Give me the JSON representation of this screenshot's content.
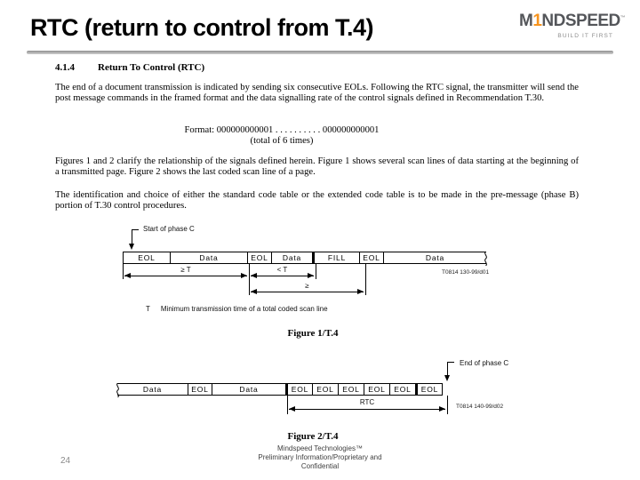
{
  "slide": {
    "title": "RTC (return to control from T.4)"
  },
  "logo": {
    "part1": "M",
    "accent": "1",
    "part2": "NDSPEED",
    "tm": "™",
    "tagline": "BUILD IT FIRST",
    "dark_color": "#54565A",
    "accent_color": "#F7941E"
  },
  "document": {
    "section_number": "4.1.4",
    "section_title": "Return To Control (RTC)",
    "paragraph1": "The end of a document transmission is indicated by sending six consecutive EOLs. Following the RTC signal, the transmitter will send the post message commands in the framed format and the data signalling rate of the control signals defined in Recommendation T.30.",
    "format_line": "Format: 000000000001 . . . . . . . . . . 000000000001",
    "format_note": "(total of 6 times)",
    "paragraph2": "Figures 1 and 2 clarify the relationship of the signals defined herein. Figure 1 shows several scan lines of data starting at the beginning of a transmitted page. Figure 2 shows the last coded scan line of a page.",
    "paragraph3": "The identification and choice of either the standard code table or the extended code table is to be made in the pre-message (phase B) portion of T.30 control procedures."
  },
  "figure1": {
    "start_annotation": "Start of phase C",
    "boxes": [
      {
        "label": "EOL"
      },
      {
        "label": "Data"
      },
      {
        "label": "EOL"
      },
      {
        "label": "Data"
      },
      {
        "label": "FILL"
      },
      {
        "label": "EOL"
      },
      {
        "label": "Data"
      }
    ],
    "span1_label": "≥ T",
    "span2_label": "< T",
    "span3_label": "≥",
    "ref_code": "T0814 130-99/d01",
    "legend_term": "T",
    "legend_text": "Minimum transmission time of a total coded scan line",
    "caption": "Figure 1/T.4"
  },
  "figure2": {
    "end_annotation": "End of phase C",
    "boxes": [
      {
        "label": "Data"
      },
      {
        "label": "EOL"
      },
      {
        "label": "Data"
      },
      {
        "label": "EOL"
      },
      {
        "label": "EOL"
      },
      {
        "label": "EOL"
      },
      {
        "label": "EOL"
      },
      {
        "label": "EOL"
      },
      {
        "label": "EOL"
      }
    ],
    "span_label": "RTC",
    "ref_code": "T0814 140-99/d02",
    "caption": "Figure 2/T.4"
  },
  "footer": {
    "page_number": "24",
    "line1": "Mindspeed Technologies™",
    "line2": "Preliminary Information/Proprietary and",
    "line3": "Confidential"
  }
}
